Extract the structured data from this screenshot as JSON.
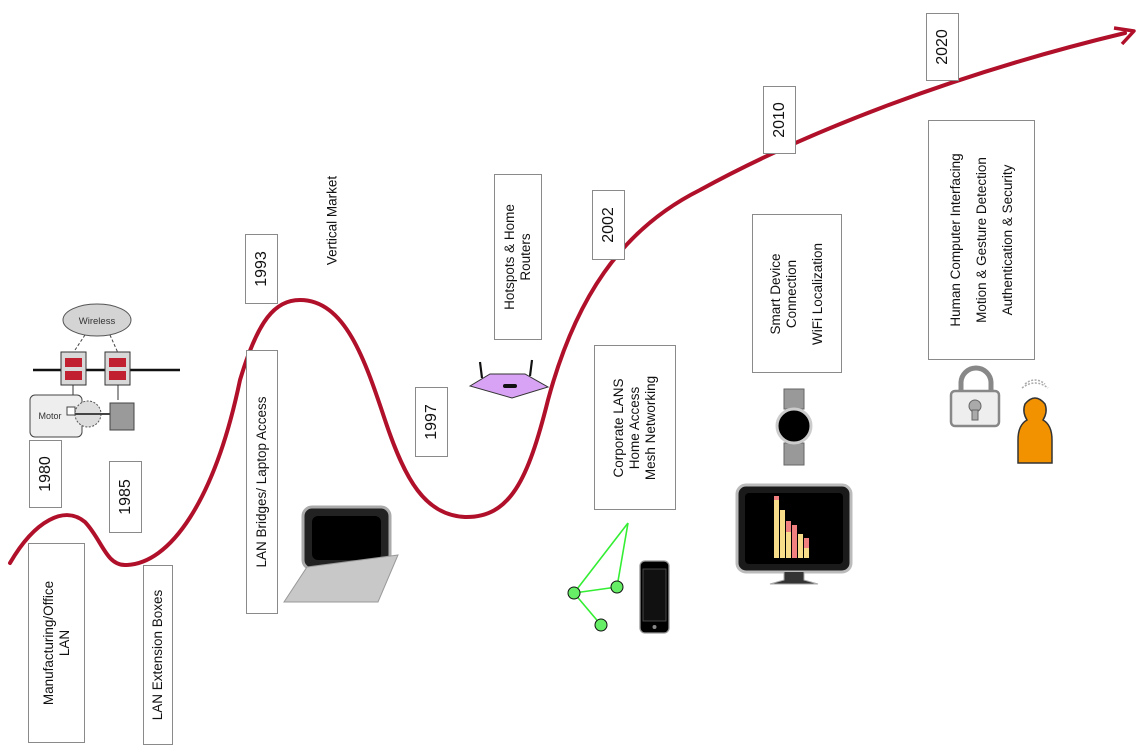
{
  "years": {
    "y1980": "1980",
    "y1985": "1985",
    "y1993": "1993",
    "y1997": "1997",
    "y2002": "2002",
    "y2010": "2010",
    "y2020": "2020"
  },
  "labels": {
    "manufacturing": [
      "Manufacturing/Office",
      "LAN"
    ],
    "lan_extension": "LAN Extension Boxes",
    "lan_bridges": "LAN Bridges/ Laptop Access",
    "vertical_market": "Vertical Market",
    "hotspots": [
      "Hotspots & Home",
      "Routers"
    ],
    "corporate": [
      "Corporate LANS",
      "Home Access",
      "Mesh Networking"
    ],
    "smart_device": [
      "Smart Device",
      "Connection",
      "WiFi Localization"
    ],
    "human_computer": [
      "Human Computer Interfacing",
      "Motion & Gesture Detection",
      "Authentication & Security"
    ]
  },
  "icons": {
    "wireless_text": "Wireless",
    "motor_text": "Motor"
  },
  "colors": {
    "curve": "#b0102a",
    "router": "#d9a3f5",
    "mesh": "#33ee33",
    "person": "#f39200",
    "bars_yellow": "#f7dc8a",
    "bars_red": "#f08080"
  }
}
